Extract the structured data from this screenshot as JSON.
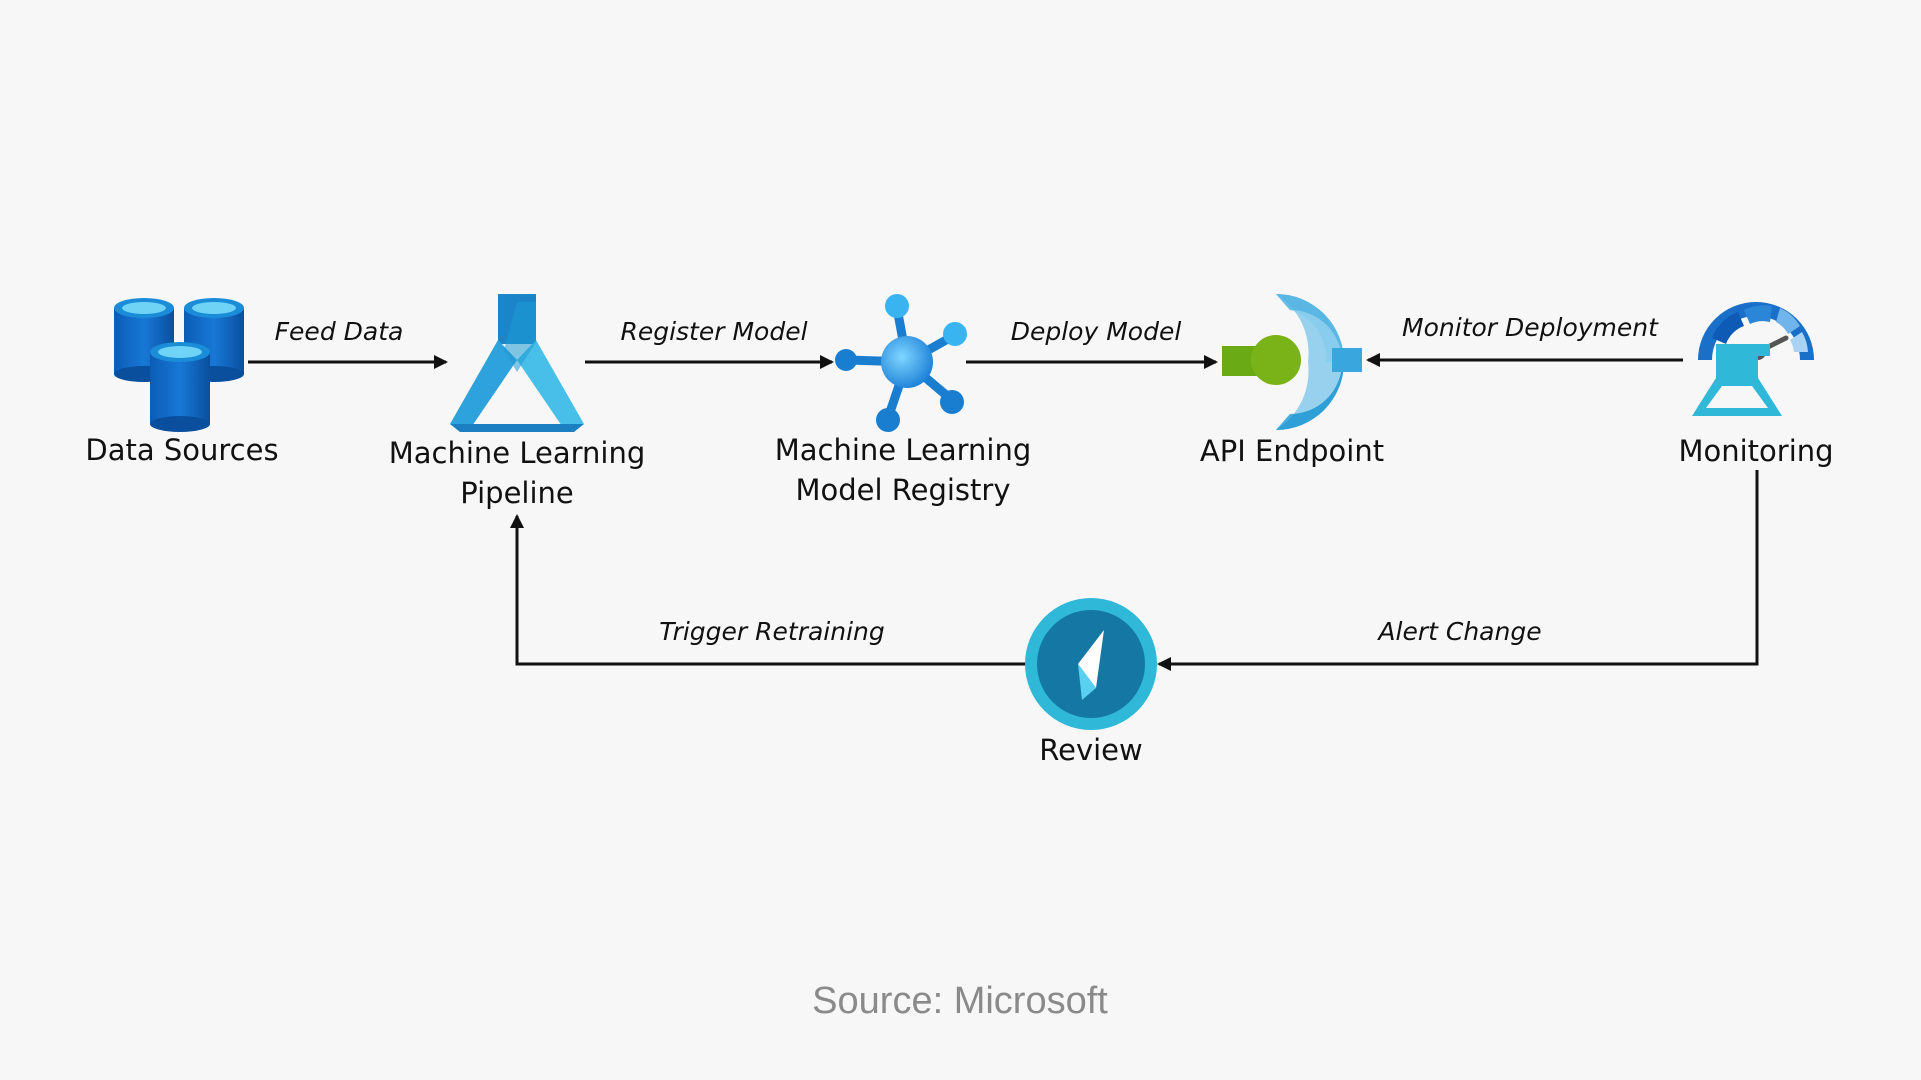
{
  "nodes": {
    "data_sources": {
      "label": "Data Sources",
      "icon": "database-cylinders-icon"
    },
    "ml_pipeline": {
      "label_line1": "Machine Learning",
      "label_line2": "Pipeline",
      "icon": "flask-icon"
    },
    "model_registry": {
      "label_line1": "Machine Learning",
      "label_line2": "Model Registry",
      "icon": "network-hub-icon"
    },
    "api_endpoint": {
      "label": "API Endpoint",
      "icon": "plug-endpoint-icon"
    },
    "monitoring": {
      "label": "Monitoring",
      "icon": "gauge-flask-icon"
    },
    "review": {
      "label": "Review",
      "icon": "compass-icon"
    }
  },
  "edges": {
    "feed_data": "Feed Data",
    "register_model": "Register Model",
    "deploy_model": "Deploy Model",
    "monitor_deployment": "Monitor Deployment",
    "alert_change": "Alert Change",
    "trigger_retraining": "Trigger Retraining"
  },
  "footer": {
    "source": "Source: Microsoft"
  },
  "colors": {
    "background": "#f7f7f7",
    "arrow": "#111111",
    "azure_dark": "#0a5fb4",
    "azure_mid": "#1a8cd8",
    "azure_light": "#50c8f0",
    "teal": "#2fb8d8",
    "green": "#7ab317",
    "source_text": "#8a8a8a"
  }
}
